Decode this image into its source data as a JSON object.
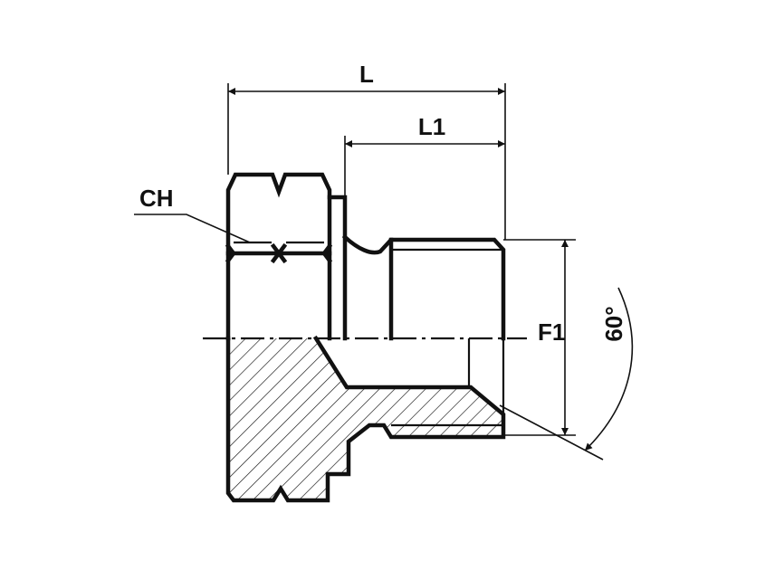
{
  "labels": {
    "length_total": "L",
    "length_thread": "L1",
    "hex_size": "CH",
    "thread_diameter": "F1",
    "cone_angle": "60°"
  }
}
